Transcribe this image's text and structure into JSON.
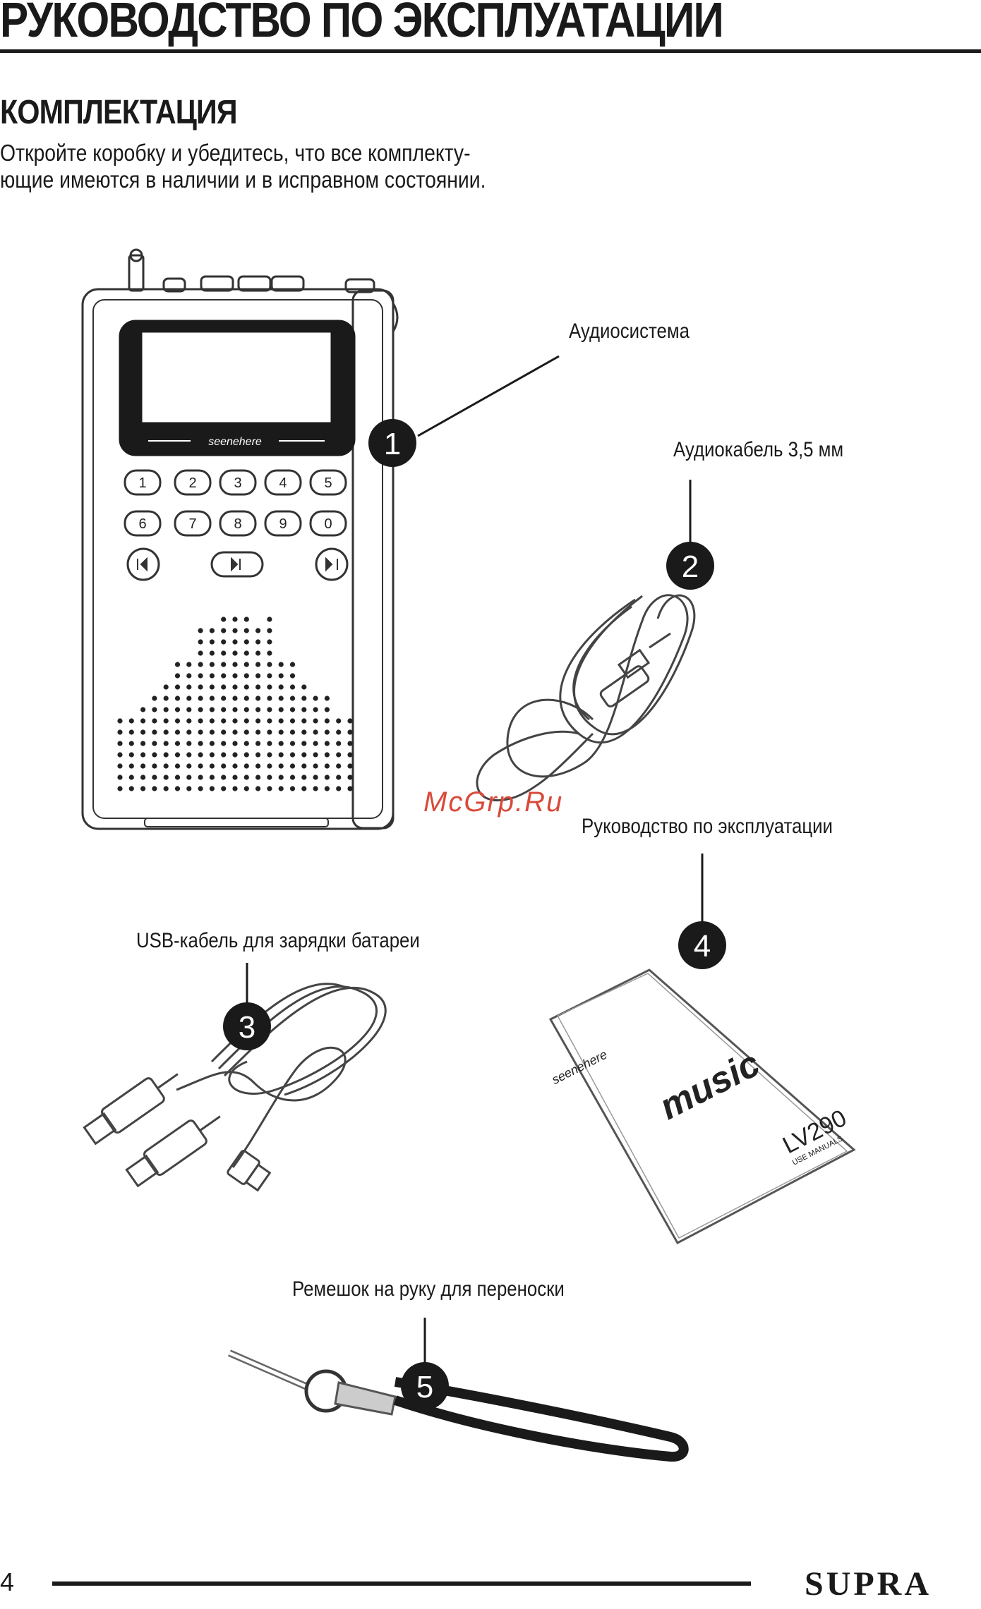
{
  "header": {
    "title": "РУКОВОДСТВО ПО ЭКСПЛУАТАЦИИ"
  },
  "section": {
    "title": "КОМПЛЕКТАЦИЯ",
    "intro_line1": "Откройте коробку и убедитесь, что все комплекту-",
    "intro_line2": "ющие имеются в наличии и в исправном состоянии."
  },
  "items": [
    {
      "number": "1",
      "label": "Аудиосистема"
    },
    {
      "number": "2",
      "label": "Аудиокабель 3,5 мм"
    },
    {
      "number": "3",
      "label": "USB-кабель для зарядки батареи"
    },
    {
      "number": "4",
      "label": "Руководство по эксплуатации"
    },
    {
      "number": "5",
      "label": "Ремешок на руку для переноски"
    }
  ],
  "device": {
    "logo_text": "seenehere",
    "keypad_row1": [
      "1",
      "2",
      "3",
      "4",
      "5"
    ],
    "keypad_row2": [
      "6",
      "7",
      "8",
      "9",
      "0"
    ]
  },
  "manual_booklet": {
    "logo_text": "seenehere",
    "product_name": "music",
    "model": "LV290",
    "subtitle": "USE MANUALS"
  },
  "watermark": "McGrp.Ru",
  "footer": {
    "page_number": "4",
    "brand": "SUPRA"
  },
  "colors": {
    "text": "#1a1a1a",
    "watermark": "#d84a3a",
    "badge": "#1a1a1a"
  }
}
